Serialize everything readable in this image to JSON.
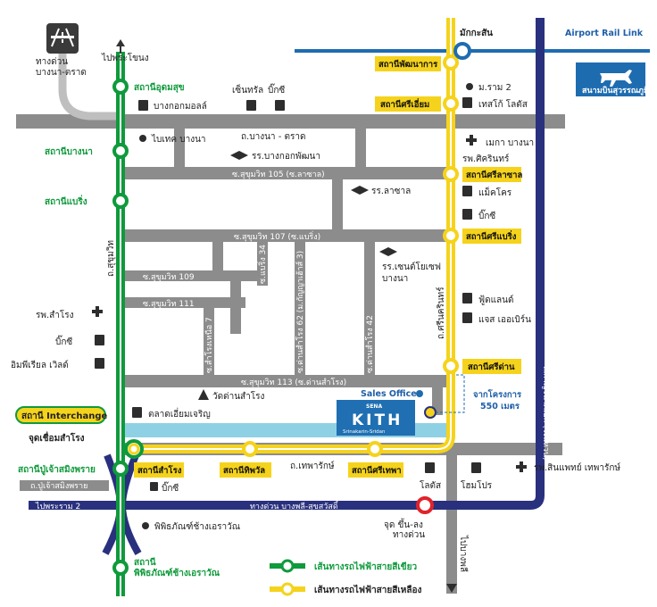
{
  "highway_sign": {
    "line1": "ทางด่วน",
    "line2": "บางนา-ตราด"
  },
  "north_arrow_label": "ไปพระโขนง",
  "airport_rail_link": "Airport Rail Link",
  "airport_label": "สนามบินสุวรรณภูมิ",
  "makkasan": "มักกะสัน",
  "green_stations": {
    "udom_suk": "สถานีอุดมสุข",
    "bang_na": "สถานีบางนา",
    "bearing": "สถานีแบริ่ง",
    "interchange": "สถานี Interchange",
    "junction": "จุดเชื่อมสำโรง",
    "pu_chao": "สถานีปู่เจ้าสมิงพราย",
    "museum_line1": "สถานี",
    "museum_line2": "พิพิธภัณฑ์ช้างเอราวัณ"
  },
  "yellow_stations": {
    "phatthanakan": "สถานีพัฒนาการ",
    "si_iam": "สถานีศรีเอี่ยม",
    "si_la_salle": "สถานีศรีลาซาล",
    "si_bearing": "สถานีศรีแบริ่ง",
    "si_dan": "สถานีศรีด่าน",
    "samrong": "สถานีสำโรง",
    "thipha": "สถานีทิพวัล",
    "si_thepha": "สถานีศรีเทพา"
  },
  "roads": {
    "bang_na_trat": "ถ.บางนา - ตราด",
    "sukhumvit_105": "ซ.สุขุมวิท 105 (ซ.ลาซาล)",
    "sukhumvit_107": "ซ.สุขุมวิท 107 (ซ.แบริ่ง)",
    "sukhumvit_109": "ซ.สุขุมวิท 109",
    "sukhumvit_111": "ซ.สุขุมวิท 111",
    "sukhumvit_113": "ซ.สุขุมวิท 113 (ซ.ด่านสำโรง)",
    "bearing_34": "ซ.แบริ่ง 34",
    "samrong_nuea_7": "ซ.สำโรงเหนือ 7",
    "dan_samrong_62": "ซ.ด่านสำโรง 62 (ม.กัญญาเฮ้าส์ 3)",
    "dan_samrong_42": "ซ.ด่านสำโรง 42",
    "sukhumvit_road": "ถ.สุขุมวิท",
    "srinakarin_road": "ถ.ศรีนครินทร์",
    "kanchanaphisek": "ถ.กาญจนาภิเษก (วงแหวน)",
    "thepharak": "ถ.เทพารักษ์",
    "pu_chao_road": "ถ.ปู่เจ้าสมิงพราย",
    "expressway": "ทางด่วน บางพลี-สุขสวัสดิ์",
    "to_rama2": "ไปพระราม 2",
    "to_bang_phli": "ไปบางพลี",
    "expressway_exit_line1": "จุด ขึ้น-ลง",
    "expressway_exit_line2": "ทางด่วน"
  },
  "places": {
    "central": "เซ็นทรัล",
    "bigc_top": "บิ๊กซี",
    "bangkok_mall": "บางกอกมอลล์",
    "bitec": "ไบเทค บางนา",
    "bangkok_pattana": "รร.บางกอกพัฒนา",
    "rama2": "ม.ราม 2",
    "tesco_lotus": "เทสโก้ โลตัส",
    "mega_bangna": "เมกา บางนา",
    "hospital_srinakarin": "รพ.ศิครินทร์",
    "makro": "แม็คโคร",
    "bigc_right": "บิ๊กซี",
    "lasalle_school": "รร.ลาซาล",
    "st_joseph_line1": "รร.เซนต์โยเซฟ",
    "st_joseph_line2": "บางนา",
    "foodland": "ฟู้ดแลนด์",
    "gas_avenue": "แจส เออเบิร์น",
    "samrong_hospital": "รพ.สำโรง",
    "bigc_left": "บิ๊กซี",
    "imperial_world": "อิมพีเรียล เวิลด์",
    "wat_dan_samrong": "วัดด่านสำโรง",
    "talad_iam_charoen": "ตลาดเอี่ยมเจริญ",
    "bigc_bottom": "บิ๊กซี",
    "lotus": "โลตัส",
    "home_pro": "โฮมโปร",
    "hospital_thepharak": "รพ.สินแพทย์ เทพารักษ์",
    "erawan_museum": "พิพิธภัณฑ์ช้างเอราวัณ"
  },
  "sales_office": "Sales Office",
  "project": {
    "brand": "SENA",
    "name": "KITH",
    "sub": "Srinakarin-Sridan"
  },
  "distance": {
    "line1": "จากโครงการ",
    "line2": "550 เมตร"
  },
  "legend": {
    "green": "เส้นทางรถไฟฟ้าสายสีเขียว",
    "yellow": "เส้นทางรถไฟฟ้าสายสีเหลือง"
  },
  "colors": {
    "green_line": "#0f9a3c",
    "yellow_line": "#f5d31c",
    "blue_line": "#29307e",
    "airport_line": "#1e6cb0",
    "road": "#8c8c8c",
    "canal": "#8fd1e4",
    "expressway_red": "#e0232b"
  }
}
